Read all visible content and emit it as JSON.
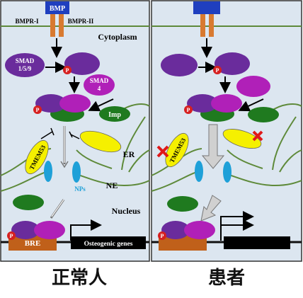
{
  "left_panel": {
    "bmp": "BMP",
    "bmpr1": "BMPR-I",
    "bmpr2": "BMPR-II",
    "cytoplasm": "Cytoplasm",
    "smad159": [
      "SMAD",
      "1/5/9"
    ],
    "smad4": [
      "SMAD",
      "4"
    ],
    "phospho": "P",
    "imp": "Imp",
    "tmem53": "TMEM53",
    "er": "ER",
    "ne": "NE",
    "nps": "NPs",
    "nucleus": "Nucleus",
    "bre": "BRE",
    "osteogenic": "Osteogenic genes"
  },
  "captions": {
    "left": "正常人",
    "right": "患者"
  },
  "colors": {
    "membrane": "#5e8a3a",
    "cell_fill": "#dce6f0",
    "bmp_blue": "#1f3fbf",
    "receptor": "#d87a30",
    "smad_purple": "#6a2c9c",
    "smad4_magenta": "#b020b8",
    "phospho_red": "#d62020",
    "imp_green": "#1f7a1f",
    "yellow": "#f5f000",
    "np_blue": "#1ea0d8",
    "bre_brown": "#c0601a"
  }
}
